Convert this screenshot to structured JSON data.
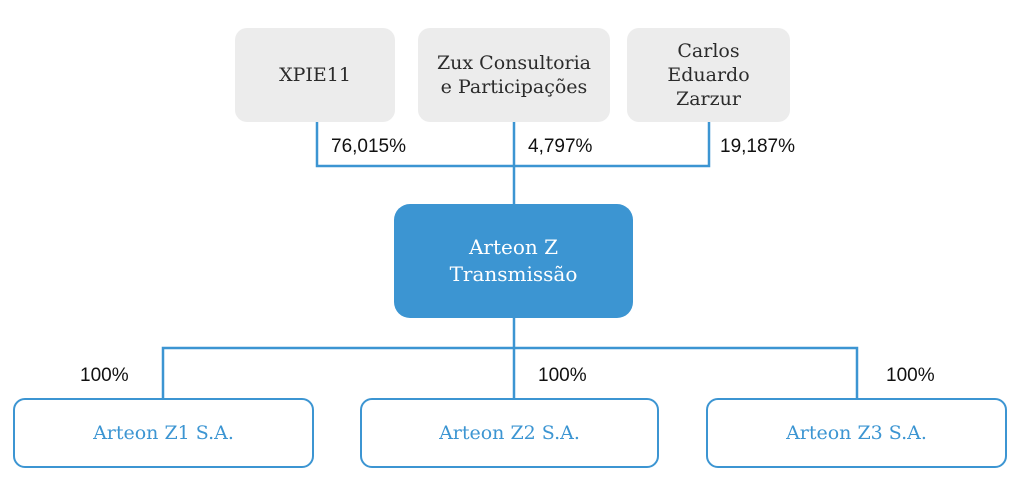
{
  "shareholders": [
    {
      "lines": [
        "XPIE11"
      ],
      "share": "76,015%"
    },
    {
      "lines": [
        "Zux Consultoria",
        "e Participações"
      ],
      "share": "4,797%"
    },
    {
      "lines": [
        "Carlos",
        "Eduardo",
        "Zarzur"
      ],
      "share": "19,187%"
    }
  ],
  "company": {
    "lines": [
      "Arteon Z",
      "Transmissão"
    ]
  },
  "subsidiaries": [
    {
      "name": "Arteon Z1 S.A.",
      "share": "100%"
    },
    {
      "name": "Arteon Z2 S.A.",
      "share": "100%"
    },
    {
      "name": "Arteon Z3 S.A.",
      "share": "100%"
    }
  ],
  "colors": {
    "accent": "#3c95d2",
    "owner_fill": "#ececec"
  }
}
